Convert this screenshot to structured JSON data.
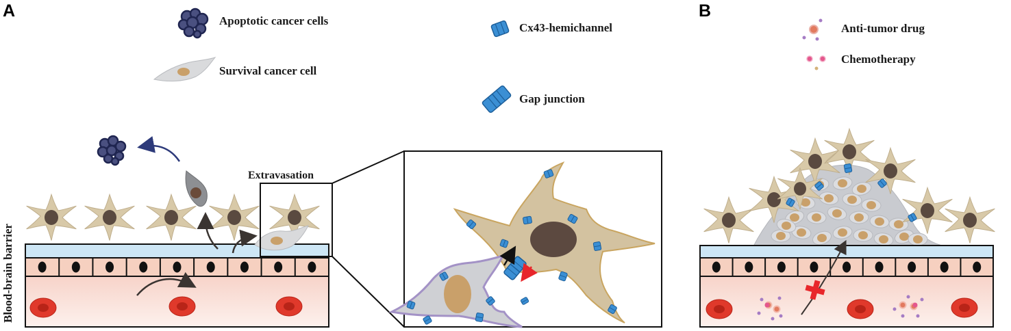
{
  "panels": {
    "a": "A",
    "b": "B"
  },
  "legend_a": {
    "apoptotic": "Apoptotic cancer cells",
    "survival": "Survival cancer cell",
    "hemichannel": "Cx43-hemichannel",
    "gap_junction": "Gap junction"
  },
  "legend_b": {
    "anti_tumor": "Anti-tumor drug",
    "chemo": "Chemotherapy"
  },
  "labels": {
    "extravasation": "Extravasation",
    "bbb": "Blood-brain barrier"
  },
  "colors": {
    "astrocyte": "#d8c9a8",
    "astro_nucleus": "#5a4a40",
    "cancer_cell": "#cdcfd3",
    "cancer_nucleus": "#c9a06a",
    "endothelium": "#f6d0c0",
    "basement": "#cde6f5",
    "lumen": "#fbe7e2",
    "rbc": "#e0392b",
    "channel": "#3b8fd4",
    "apoptotic": "#3a3f6e",
    "inhibit": "#e8262b"
  }
}
